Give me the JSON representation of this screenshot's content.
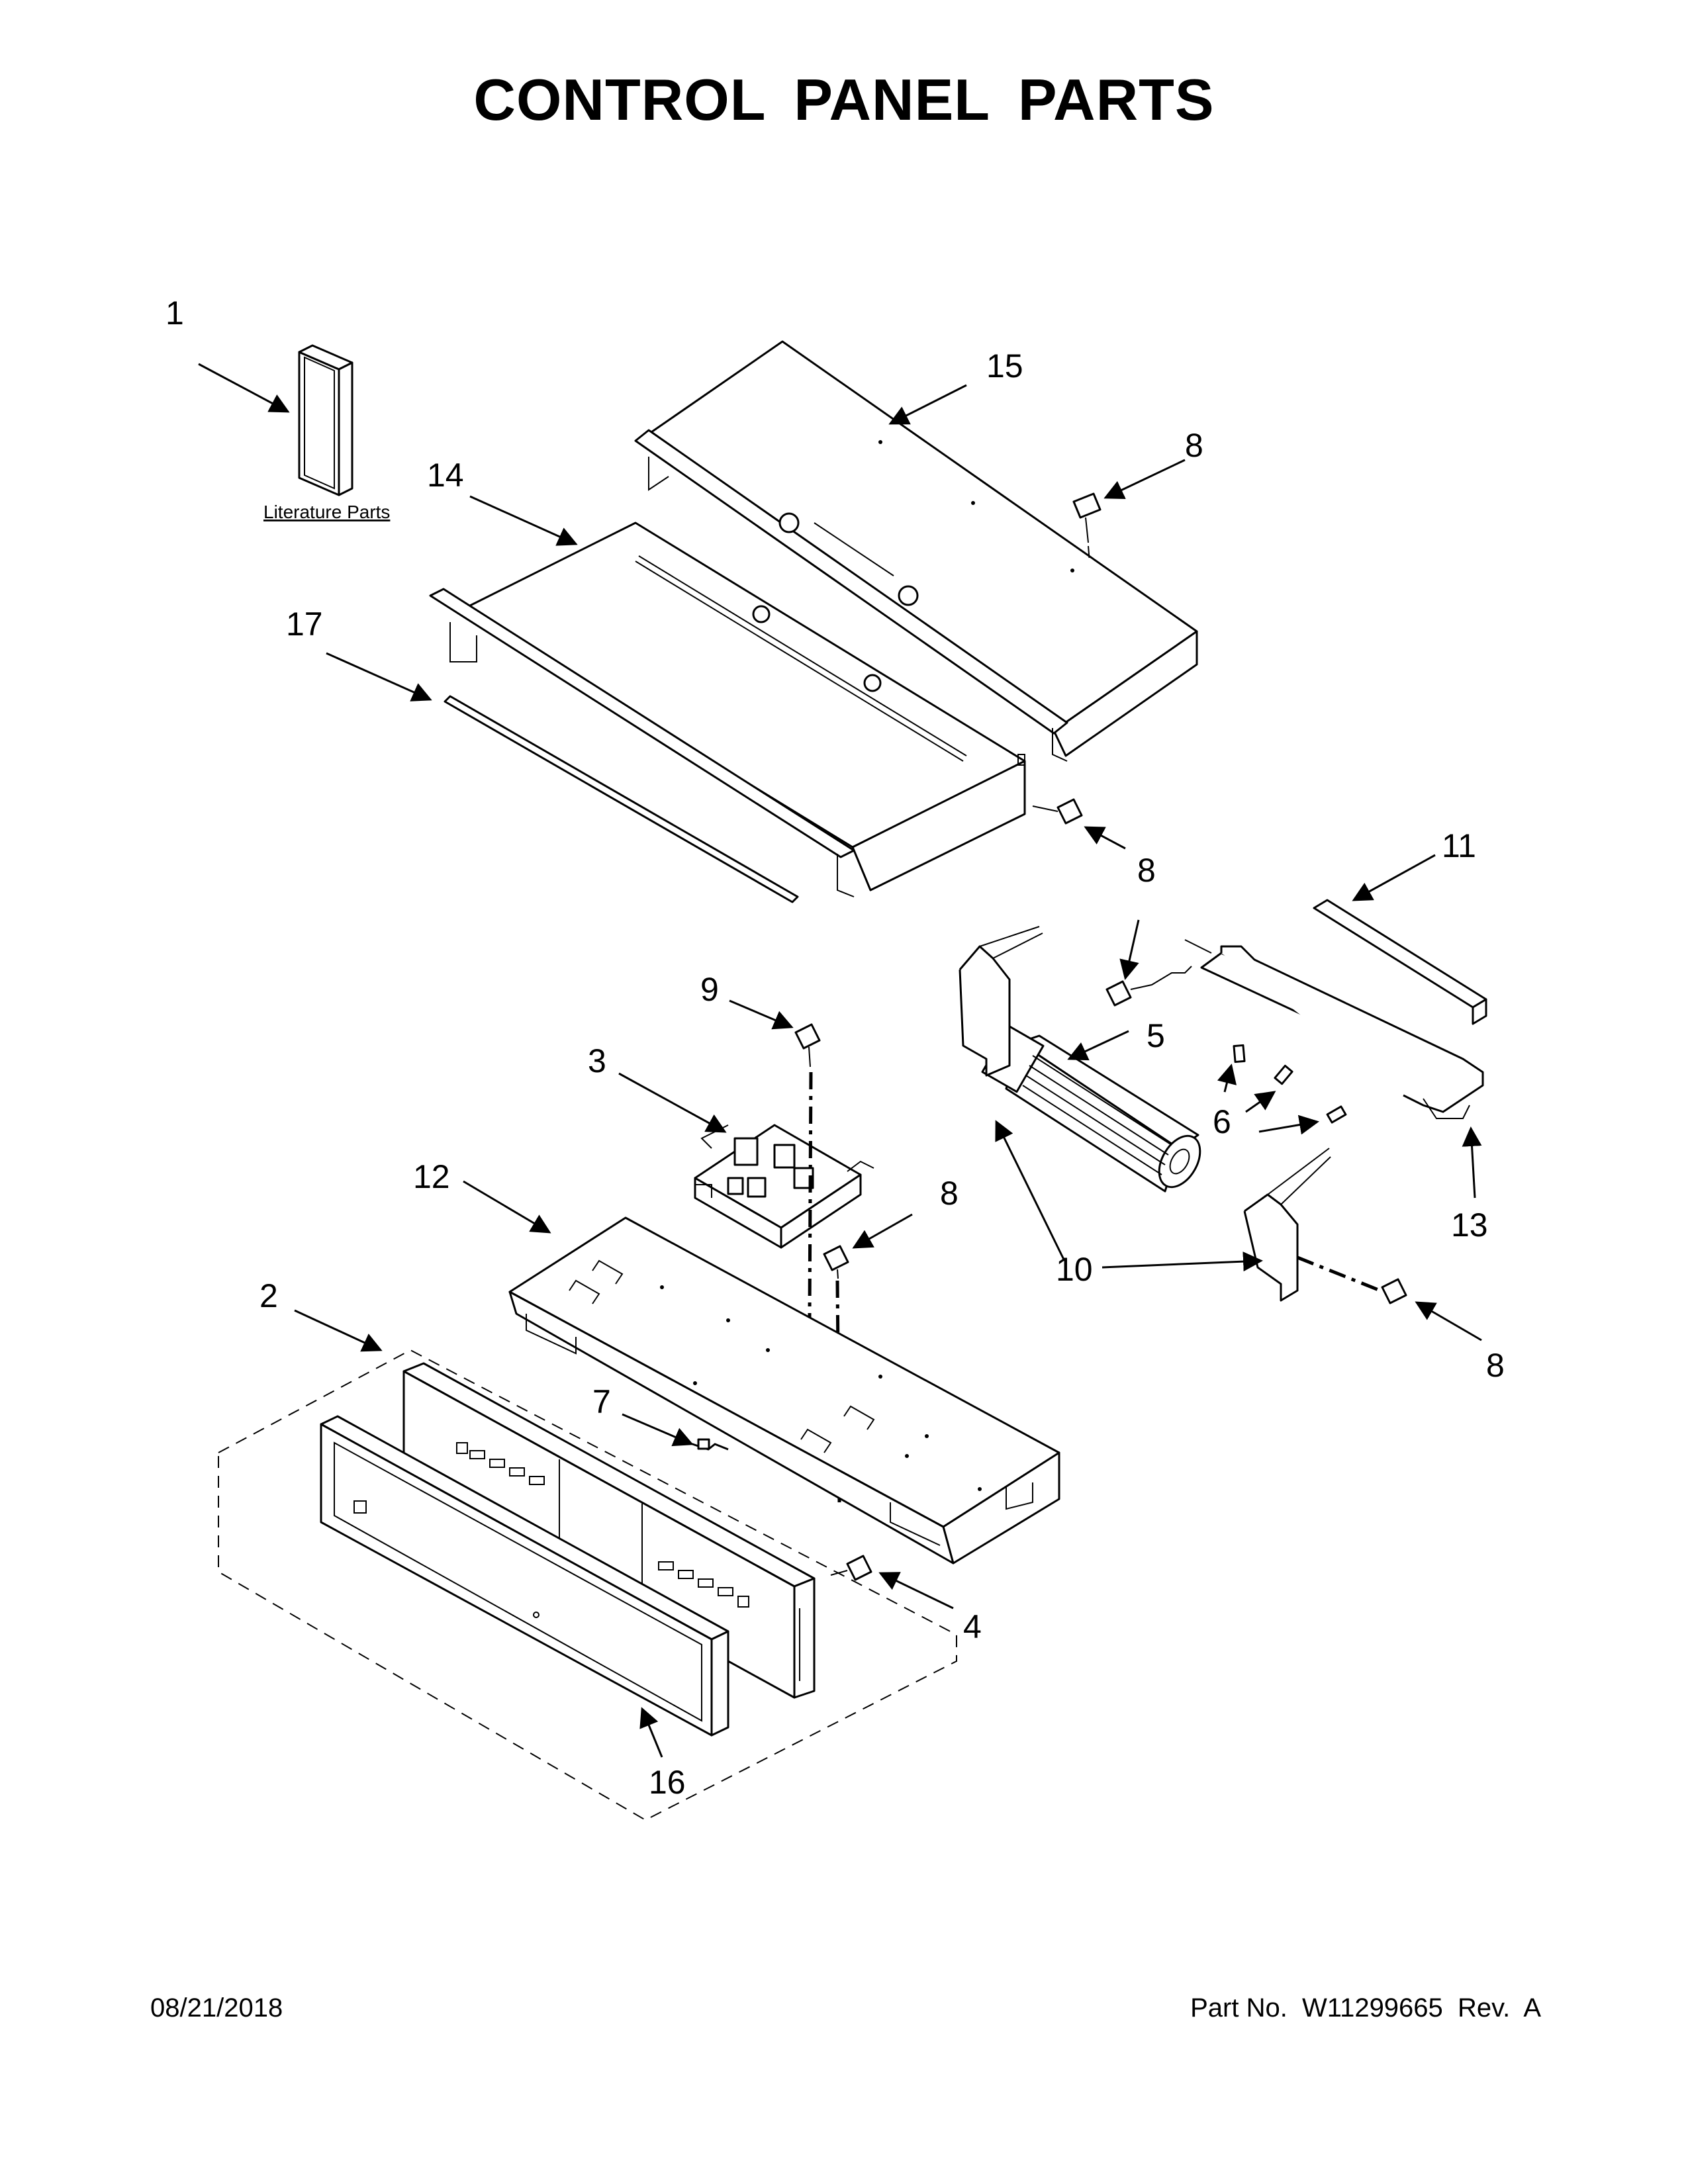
{
  "title": "CONTROL PANEL PARTS",
  "footer": {
    "date": "08/21/2018",
    "part_number": "Part No.  W11299665  Rev.  A"
  },
  "literature_label": "Literature Parts",
  "callouts": {
    "c1": "1",
    "c2": "2",
    "c3": "3",
    "c4": "4",
    "c5": "5",
    "c6": "6",
    "c7": "7",
    "c8a": "8",
    "c8b": "8",
    "c8c": "8",
    "c8d": "8",
    "c9": "9",
    "c10": "10",
    "c11": "11",
    "c12": "12",
    "c13": "13",
    "c14": "14",
    "c15": "15",
    "c16": "16",
    "c17": "17"
  }
}
